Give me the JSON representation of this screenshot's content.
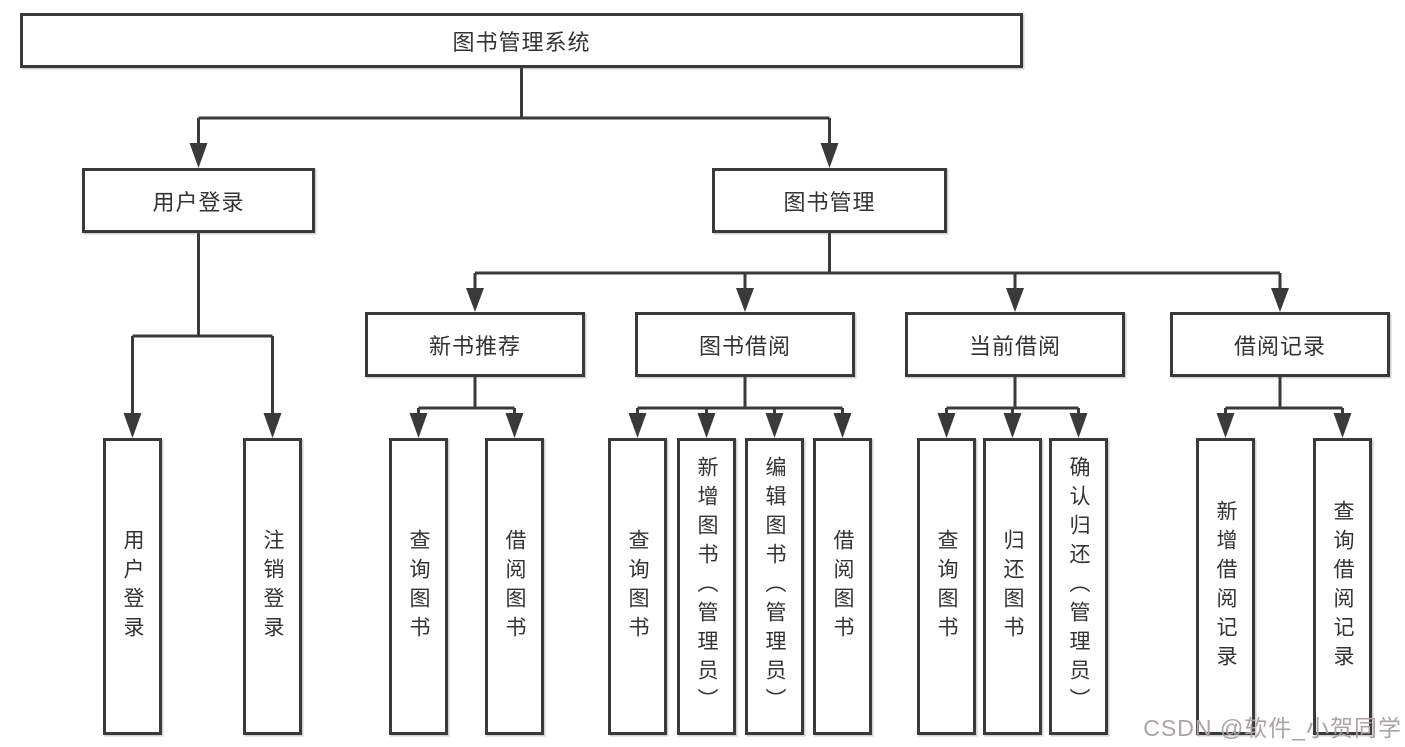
{
  "diagram": {
    "root": {
      "label": "图书管理系统"
    },
    "level2": [
      {
        "label": "用户登录",
        "leaves": [
          {
            "label": "用户登录"
          },
          {
            "label": "注销登录"
          }
        ]
      },
      {
        "label": "图书管理",
        "sections": [
          {
            "label": "新书推荐",
            "leaves": [
              {
                "label": "查询图书"
              },
              {
                "label": "借阅图书"
              }
            ]
          },
          {
            "label": "图书借阅",
            "leaves": [
              {
                "label": "查询图书"
              },
              {
                "label": "新增图书（管理员）"
              },
              {
                "label": "编辑图书（管理员）"
              },
              {
                "label": "借阅图书"
              }
            ]
          },
          {
            "label": "当前借阅",
            "leaves": [
              {
                "label": "查询图书"
              },
              {
                "label": "归还图书"
              },
              {
                "label": "确认归还（管理员）"
              }
            ]
          },
          {
            "label": "借阅记录",
            "leaves": [
              {
                "label": "新增借阅记录"
              },
              {
                "label": "查询借阅记录"
              }
            ]
          }
        ]
      }
    ]
  },
  "watermark": {
    "text": "CSDN @软件_小贺同学"
  },
  "colors": {
    "line": "#3a3a3a",
    "text": "#333333",
    "background": "#ffffff",
    "watermark": "#aba3a3"
  }
}
